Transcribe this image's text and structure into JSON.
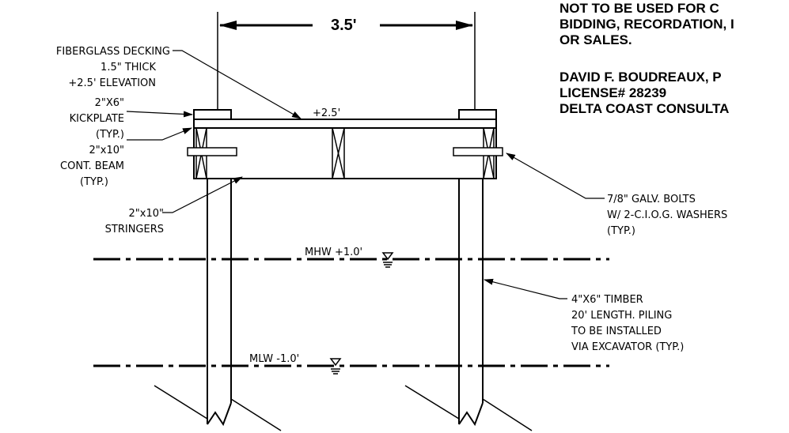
{
  "dimension": {
    "span": "3.5'"
  },
  "stamp": {
    "line1": "NOT TO BE USED FOR C",
    "line2": "BIDDING, RECORDATION, I",
    "line3": "OR SALES.",
    "engineer": "DAVID F. BOUDREAUX, P",
    "license": "LICENSE# 28239",
    "company": "DELTA COAST CONSULTA"
  },
  "labels": {
    "decking": [
      "FIBERGLASS DECKING",
      "1.5\" THICK",
      "+2.5' ELEVATION"
    ],
    "kickplate": [
      "2\"X6\"",
      "KICKPLATE",
      "(TYP.)"
    ],
    "beam": [
      "2\"x10\"",
      "CONT. BEAM",
      "(TYP.)"
    ],
    "stringers": [
      "2\"x10\"",
      "STRINGERS"
    ],
    "bolts": [
      "7/8\" GALV. BOLTS",
      "W/ 2-C.I.O.G. WASHERS",
      "(TYP.)"
    ],
    "piling": [
      "4\"X6\" TIMBER",
      "20' LENGTH. PILING",
      "TO BE INSTALLED",
      "VIA EXCAVATOR (TYP.)"
    ],
    "deck_elev": "+2.5'",
    "mhw": "MHW +1.0'",
    "mlw": "MLW -1.0'"
  }
}
